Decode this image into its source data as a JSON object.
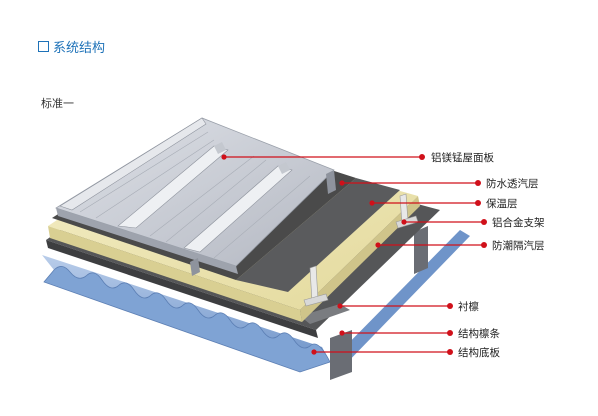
{
  "header": {
    "title": "系统结构"
  },
  "diagram": {
    "subtitle": "标准一",
    "layers": [
      {
        "id": "panel",
        "label": "铝镁锰屋面板"
      },
      {
        "id": "vapor-permeable",
        "label": "防水透汽层"
      },
      {
        "id": "insulation",
        "label": "保温层"
      },
      {
        "id": "bracket",
        "label": "铝合金支架"
      },
      {
        "id": "vapor-barrier",
        "label": "防潮隔汽层"
      },
      {
        "id": "sub-purlin",
        "label": "衬檩"
      },
      {
        "id": "purlin",
        "label": "结构檩条"
      },
      {
        "id": "deck",
        "label": "结构底板"
      }
    ]
  },
  "colors": {
    "accent": "#1e72b8",
    "leader": "#d0101a",
    "panel": "#c9ccd3",
    "membrane": "#4a4a4a",
    "insulation": "#ede6b4",
    "deck": "#8fb0dc"
  }
}
